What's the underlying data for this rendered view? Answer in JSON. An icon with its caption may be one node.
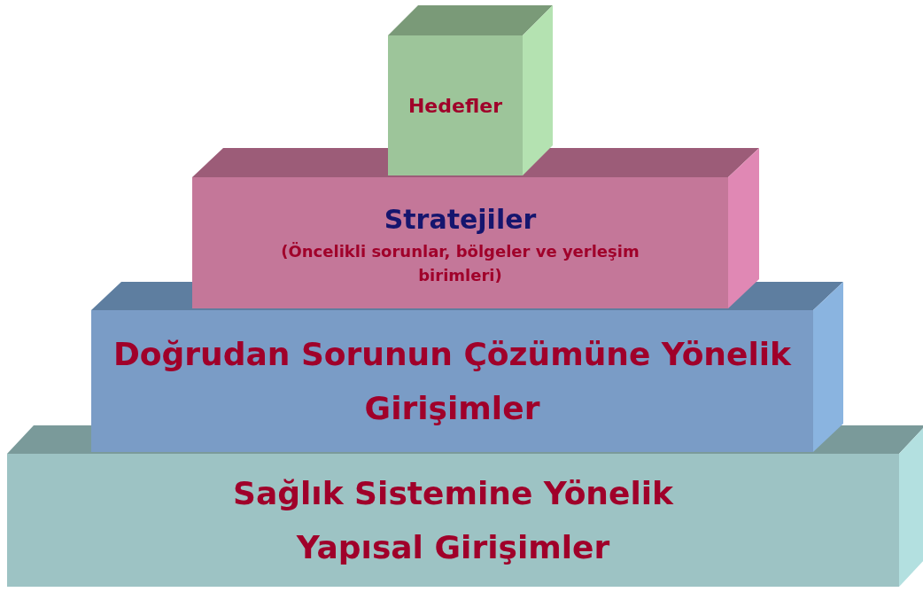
{
  "diagram": {
    "nodes": [
      {
        "text": [
          "Hedefler"
        ]
      },
      {
        "text": [
          "Stratejiler",
          "(Öncelikli sorunlar, bölgeler ve yerleşim birimleri)"
        ]
      },
      {
        "text": [
          "Doğrudan Sorunun Çözümüne Yönelik Girişimler"
        ]
      },
      {
        "text": [
          "Sağlık Sistemine Yönelik Yapısal Girişimler"
        ]
      }
    ]
  }
}
